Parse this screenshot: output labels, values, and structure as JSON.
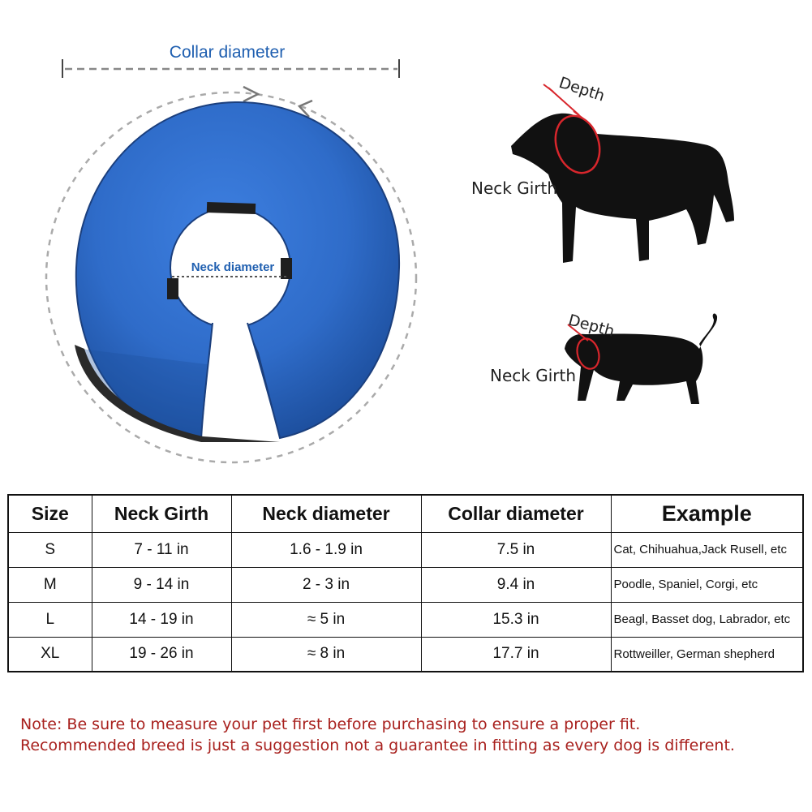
{
  "diagram": {
    "collar_diameter_label": "Collar diameter",
    "neck_diameter_label": "Neck diameter",
    "dog": {
      "depth_label": "Depth",
      "neck_girth_label": "Neck Girth"
    },
    "cat": {
      "depth_label": "Depth",
      "neck_girth_label": "Neck Girth"
    }
  },
  "colors": {
    "collar_blue": "#2f6cc9",
    "label_blue": "#1f5fb0",
    "measure_red": "#d8262c",
    "note_red": "#a8201d"
  },
  "table": {
    "headers": [
      "Size",
      "Neck Girth",
      "Neck diameter",
      "Collar diameter",
      "Example"
    ],
    "rows": [
      [
        "S",
        "7 - 11 in",
        "1.6 - 1.9 in",
        "7.5  in",
        "Cat, Chihuahua,Jack Rusell, etc"
      ],
      [
        "M",
        "9 - 14 in",
        "2 - 3 in",
        "9.4 in",
        "Poodle, Spaniel, Corgi, etc"
      ],
      [
        "L",
        "14 - 19 in",
        "≈ 5 in",
        "15.3 in",
        "Beagl, Basset dog, Labrador, etc"
      ],
      [
        "XL",
        "19 - 26 in",
        "≈ 8 in",
        "17.7 in",
        "Rottweiller, German shepherd"
      ]
    ]
  },
  "note": {
    "line1": "Note: Be sure to measure your pet first before purchasing to ensure a proper fit.",
    "line2": "Recommended breed is just a suggestion not a guarantee in fitting as every dog is different."
  }
}
